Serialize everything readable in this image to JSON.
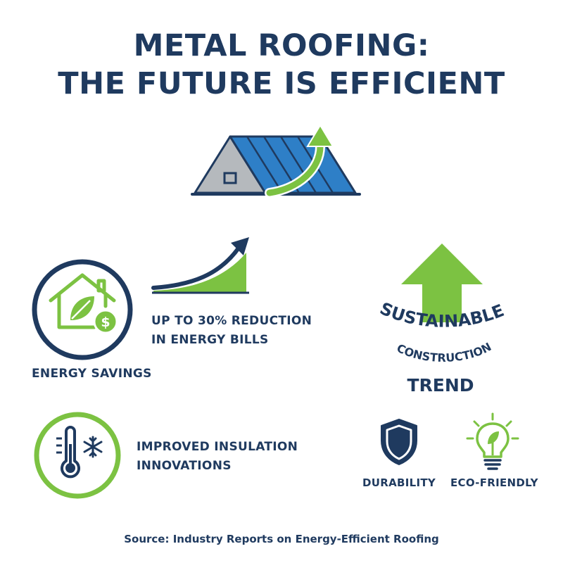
{
  "title": {
    "line1": "METAL ROOFING:",
    "line2": "THE FUTURE IS EFFICIENT"
  },
  "colors": {
    "navy": "#1f3a5f",
    "green": "#7cc242",
    "blue": "#2e7fc7",
    "grey": "#b5b9bd"
  },
  "icons": {
    "roof": "metal-roof-icon",
    "roof_arrow": "growth-arrow-icon",
    "energy": "house-leaf-dollar-icon",
    "bills_chart": "rising-curve-chart-icon",
    "insulation": "thermometer-snowflake-icon",
    "trend_arrow": "up-arrow-icon",
    "durability": "shield-icon",
    "eco": "lightbulb-leaf-icon"
  },
  "energy": {
    "label": "ENERGY SAVINGS",
    "stat_line1": "UP TO 30% REDUCTION",
    "stat_line2": "IN ENERGY BILLS"
  },
  "insulation": {
    "line1": "IMPROVED INSULATION",
    "line2": "INNOVATIONS"
  },
  "trend": {
    "line1": "SUSTAINABLE",
    "line2": "CONSTRUCTION",
    "line3": "TREND"
  },
  "durability": {
    "label": "DURABILITY"
  },
  "eco": {
    "label": "ECO-FRIENDLY"
  },
  "source": "Source: Industry Reports on Energy-Efficient Roofing"
}
